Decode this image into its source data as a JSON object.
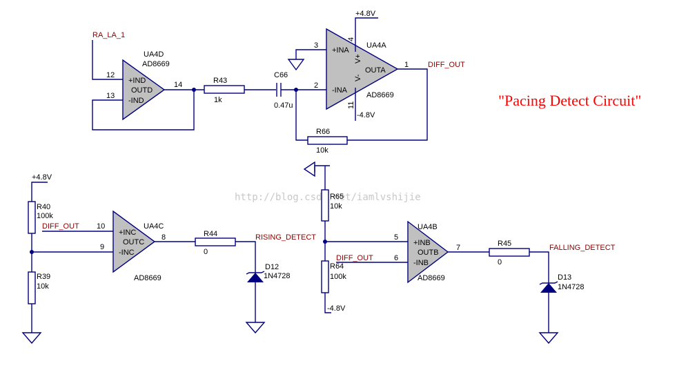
{
  "title": "\"Pacing Detect Circuit\"",
  "watermark": "http://blog.csdn.net/iamlvshijie",
  "opamps": {
    "ua4d": {
      "ref": "UA4D",
      "part": "AD8669",
      "in_plus": "+IND",
      "out": "OUTD",
      "in_minus": "-IND",
      "pin_plus": "12",
      "pin_minus": "13",
      "pin_out": "14"
    },
    "ua4a": {
      "ref": "UA4A",
      "part": "AD8669",
      "in_plus": "+INA",
      "out": "OUTA",
      "in_minus": "-INA",
      "vplus": "V+",
      "vminus": "V-",
      "pin_plus": "3",
      "pin_minus": "2",
      "pin_out": "1",
      "pin_v4": "4",
      "pin_v11": "11"
    },
    "ua4c": {
      "ref": "UA4C",
      "part": "AD8669",
      "in_plus": "+INC",
      "out": "OUTC",
      "in_minus": "-INC",
      "pin_plus": "10",
      "pin_minus": "9",
      "pin_out": "8"
    },
    "ua4b": {
      "ref": "UA4B",
      "part": "AD8669",
      "in_plus": "+INB",
      "out": "OUTB",
      "in_minus": "-INB",
      "pin_plus": "5",
      "pin_minus": "6",
      "pin_out": "7"
    }
  },
  "resistors": {
    "r43": {
      "ref": "R43",
      "value": "1k"
    },
    "r66": {
      "ref": "R66",
      "value": "10k"
    },
    "r40": {
      "ref": "R40",
      "value": "100k"
    },
    "r39": {
      "ref": "R39",
      "value": "10k"
    },
    "r44": {
      "ref": "R44",
      "value": "0"
    },
    "r65": {
      "ref": "R65",
      "value": "10k"
    },
    "r64": {
      "ref": "R64",
      "value": "100k"
    },
    "r45": {
      "ref": "R45",
      "value": "0"
    }
  },
  "capacitors": {
    "c66": {
      "ref": "C66",
      "value": "0.47u"
    }
  },
  "diodes": {
    "d12": {
      "ref": "D12",
      "part": "1N4728"
    },
    "d13": {
      "ref": "D13",
      "part": "1N4728"
    }
  },
  "nets": {
    "ra_la": "RA_LA_1",
    "diff_out_a": "DIFF_OUT",
    "diff_out_c": "DIFF_OUT",
    "diff_out_b": "DIFF_OUT",
    "rising": "RISING_DETECT",
    "falling": "FALLING_DETECT"
  },
  "power": {
    "ua4a_pos": "+4.8V",
    "ua4a_neg": "-4.8V",
    "r40_pos": "+4.8V",
    "r64_neg": "-4.8V"
  },
  "colors": {
    "wire": "#000080",
    "opamp_fill": "#c0c0c0",
    "net_label": "#8b0000",
    "title": "#ff0000",
    "watermark": "#c8c8c8"
  }
}
